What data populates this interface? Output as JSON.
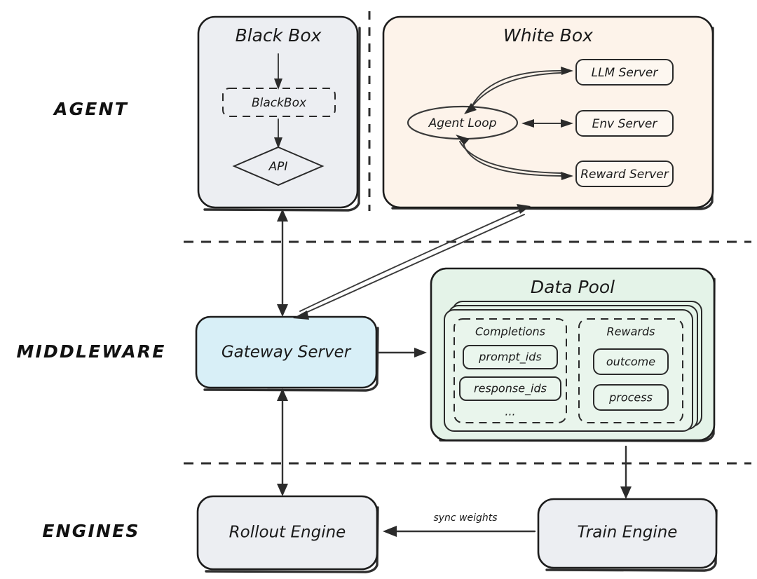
{
  "diagram": {
    "title": "Agent / Middleware / Engines architecture",
    "background": "#ffffff"
  },
  "sections": [
    {
      "id": "agent",
      "label": "AGENT"
    },
    {
      "id": "middleware",
      "label": "MIDDLEWARE"
    },
    {
      "id": "engines",
      "label": "ENGINES"
    }
  ],
  "panels": {
    "black_box": {
      "title": "Black Box",
      "fill": "#eceef2",
      "nodes": {
        "blackbox": "BlackBox",
        "api": "API"
      }
    },
    "white_box": {
      "title": "White Box",
      "fill": "#fdf3ea",
      "nodes": {
        "agent_loop": "Agent Loop",
        "llm_server": "LLM Server",
        "env_server": "Env Server",
        "reward_server": "Reward Server"
      }
    },
    "data_pool": {
      "title": "Data Pool",
      "fill": "#e4f3e8",
      "groups": [
        {
          "label": "Completions",
          "items": [
            "prompt_ids",
            "response_ids",
            "..."
          ]
        },
        {
          "label": "Rewards",
          "items": [
            "outcome",
            "process"
          ]
        }
      ]
    }
  },
  "nodes": {
    "gateway_server": {
      "label": "Gateway Server",
      "fill": "#d8eff7"
    },
    "rollout_engine": {
      "label": "Rollout Engine",
      "fill": "#eceef2"
    },
    "train_engine": {
      "label": "Train Engine",
      "fill": "#eceef2"
    }
  },
  "edges": [
    {
      "id": "blackbox-to-api",
      "label": ""
    },
    {
      "id": "blackbox-panel-to-gateway",
      "label": ""
    },
    {
      "id": "gateway-to-whitebox",
      "label": ""
    },
    {
      "id": "gateway-to-datapool",
      "label": ""
    },
    {
      "id": "gateway-to-rollout",
      "label": ""
    },
    {
      "id": "datapool-to-train",
      "label": ""
    },
    {
      "id": "train-to-rollout",
      "label": "sync weights"
    },
    {
      "id": "agentloop-to-llm",
      "label": ""
    },
    {
      "id": "agentloop-to-env",
      "label": ""
    },
    {
      "id": "reward-to-agentloop",
      "label": ""
    }
  ],
  "edge_labels": {
    "sync_weights": "sync weights"
  }
}
